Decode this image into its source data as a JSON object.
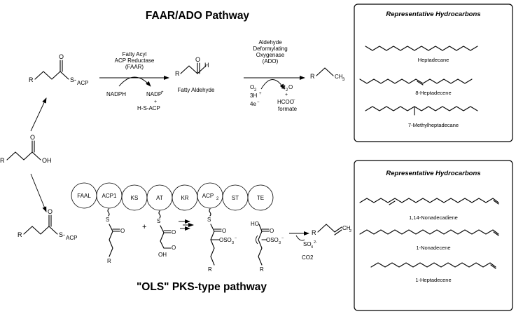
{
  "titles": {
    "faar_ado": "FAAR/ADO Pathway",
    "ols": "\"OLS\" PKS-type pathway"
  },
  "boxes": {
    "top": {
      "heading": "Representative Hydrocarbons",
      "items": [
        "Heptadecane",
        "8-Heptadecene",
        "7-Methylheptadecane"
      ]
    },
    "bottom": {
      "heading": "Representative Hydrocarbons",
      "items": [
        "1,14-Nonadecadiene",
        "1-Nonadecene",
        "1-Heptadecene"
      ]
    }
  },
  "faar": {
    "enzyme_line1": "Fatty Acyl",
    "enzyme_line2": "ACP Reductase",
    "enzyme_line3": "(FAAR)",
    "cofactor_in": "NADPH",
    "cofactor_out1": "NADP",
    "cofactor_out1_sup": "+",
    "cofactor_out2_plus": "+",
    "cofactor_out2": "H-S-ACP",
    "product": "Fatty Aldehyde"
  },
  "ado": {
    "enzyme_line1": "Aldehyde",
    "enzyme_line2": "Deformylating",
    "enzyme_line3": "Oxygenase",
    "enzyme_line4": "(ADO)",
    "in1": "O",
    "in1_sub": "2",
    "in2": "3H",
    "in2_sup": "+",
    "in3": "4e",
    "in3_sup": "−",
    "out1": "H",
    "out1_sub": "2",
    "out1_end": "O",
    "out_plus": "+",
    "out2": "HCOO",
    "out2_sup": "−",
    "out3": "formate"
  },
  "atoms": {
    "R": "R",
    "O": "O",
    "OH": "OH",
    "H": "H",
    "S": "S",
    "S_ACP": "S-",
    "ACP": "ACP",
    "CH": "CH",
    "sub3": "3",
    "sub2": "2",
    "OSO3": "OSO",
    "sup_minus": "−",
    "HO": "HO",
    "SO4": "SO",
    "sub4": "4",
    "sup_2minus": "2-",
    "CO2": "CO2",
    "plus": "+"
  },
  "domains": [
    "FAAL",
    "ACP1",
    "KS",
    "AT",
    "KR",
    "ACP",
    "ST",
    "TE"
  ],
  "domain_acp2_sub": "2"
}
